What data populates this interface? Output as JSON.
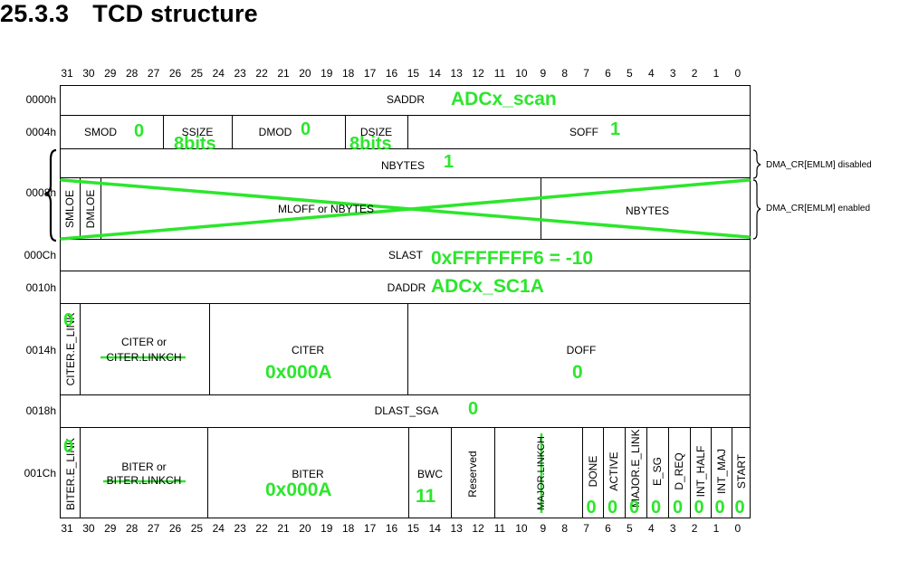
{
  "title": {
    "number": "25.3.3",
    "text": "TCD structure"
  },
  "bits_top": [
    "31",
    "30",
    "29",
    "28",
    "27",
    "26",
    "25",
    "24",
    "23",
    "22",
    "21",
    "20",
    "19",
    "18",
    "17",
    "16",
    "15",
    "14",
    "13",
    "12",
    "11",
    "10",
    "9",
    "8",
    "7",
    "6",
    "5",
    "4",
    "3",
    "2",
    "1",
    "0"
  ],
  "bits_bottom": [
    "31",
    "30",
    "29",
    "28",
    "27",
    "26",
    "25",
    "24",
    "23",
    "22",
    "21",
    "20",
    "19",
    "18",
    "17",
    "16",
    "15",
    "14",
    "13",
    "12",
    "11",
    "10",
    "9",
    "8",
    "7",
    "6",
    "5",
    "4",
    "3",
    "2",
    "1",
    "0"
  ],
  "rows": {
    "r0000": {
      "offset": "0000h",
      "saddr": "SADDR",
      "note": "ADCx_scan"
    },
    "r0004": {
      "offset": "0004h",
      "smod": "SMOD",
      "smod_val": "0",
      "ssize": "SSIZE",
      "ssize_val": "8bits",
      "dmod": "DMOD",
      "dmod_val": "0",
      "dsize": "DSIZE",
      "dsize_val": "8bits",
      "soff": "SOFF",
      "soff_val": "1"
    },
    "r0008": {
      "offset": "0008h",
      "nbytes": "NBYTES",
      "nbytes_val": "1",
      "smloe": "SMLOE",
      "dmloe": "DMLOE",
      "mloff": "MLOFF or NBYTES",
      "nbytes2": "NBYTES",
      "side_disabled": "DMA_CR[EMLM] disabled",
      "side_enabled": "DMA_CR[EMLM] enabled"
    },
    "r000C": {
      "offset": "000Ch",
      "slast": "SLAST",
      "slast_val": "0xFFFFFFF6 = -10"
    },
    "r0010": {
      "offset": "0010h",
      "daddr": "DADDR",
      "daddr_val": "ADCx_SC1A"
    },
    "r0014": {
      "offset": "0014h",
      "elink": "CITER.E_LINK",
      "elink_val": "0",
      "citer_or1": "CITER or",
      "citer_or2": "CITER.LINKCH",
      "citer": "CITER",
      "citer_val": "0x000A",
      "doff": "DOFF",
      "doff_val": "0"
    },
    "r0018": {
      "offset": "0018h",
      "dlast": "DLAST_SGA",
      "dlast_val": "0"
    },
    "r001C": {
      "offset": "001Ch",
      "elink": "BITER.E_LINK",
      "elink_val": "0",
      "biter_or1": "BITER or",
      "biter_or2": "BITER.LINKCH",
      "biter": "BITER",
      "biter_val": "0x000A",
      "bwc": "BWC",
      "bwc_val": "11",
      "reserved": "Reserved",
      "majorlink": "MAJOR.LINKCH",
      "flags": [
        {
          "name": "DONE",
          "val": "0"
        },
        {
          "name": "ACTIVE",
          "val": "0"
        },
        {
          "name": "MAJOR.E_LINK",
          "val": "0"
        },
        {
          "name": "E_SG",
          "val": "0"
        },
        {
          "name": "D_REQ",
          "val": "0"
        },
        {
          "name": "INT_HALF",
          "val": "0"
        },
        {
          "name": "INT_MAJ",
          "val": "0"
        },
        {
          "name": "START",
          "val": "0"
        }
      ]
    }
  },
  "colors": {
    "annotation": "#2ce62c",
    "line": "#000000"
  }
}
